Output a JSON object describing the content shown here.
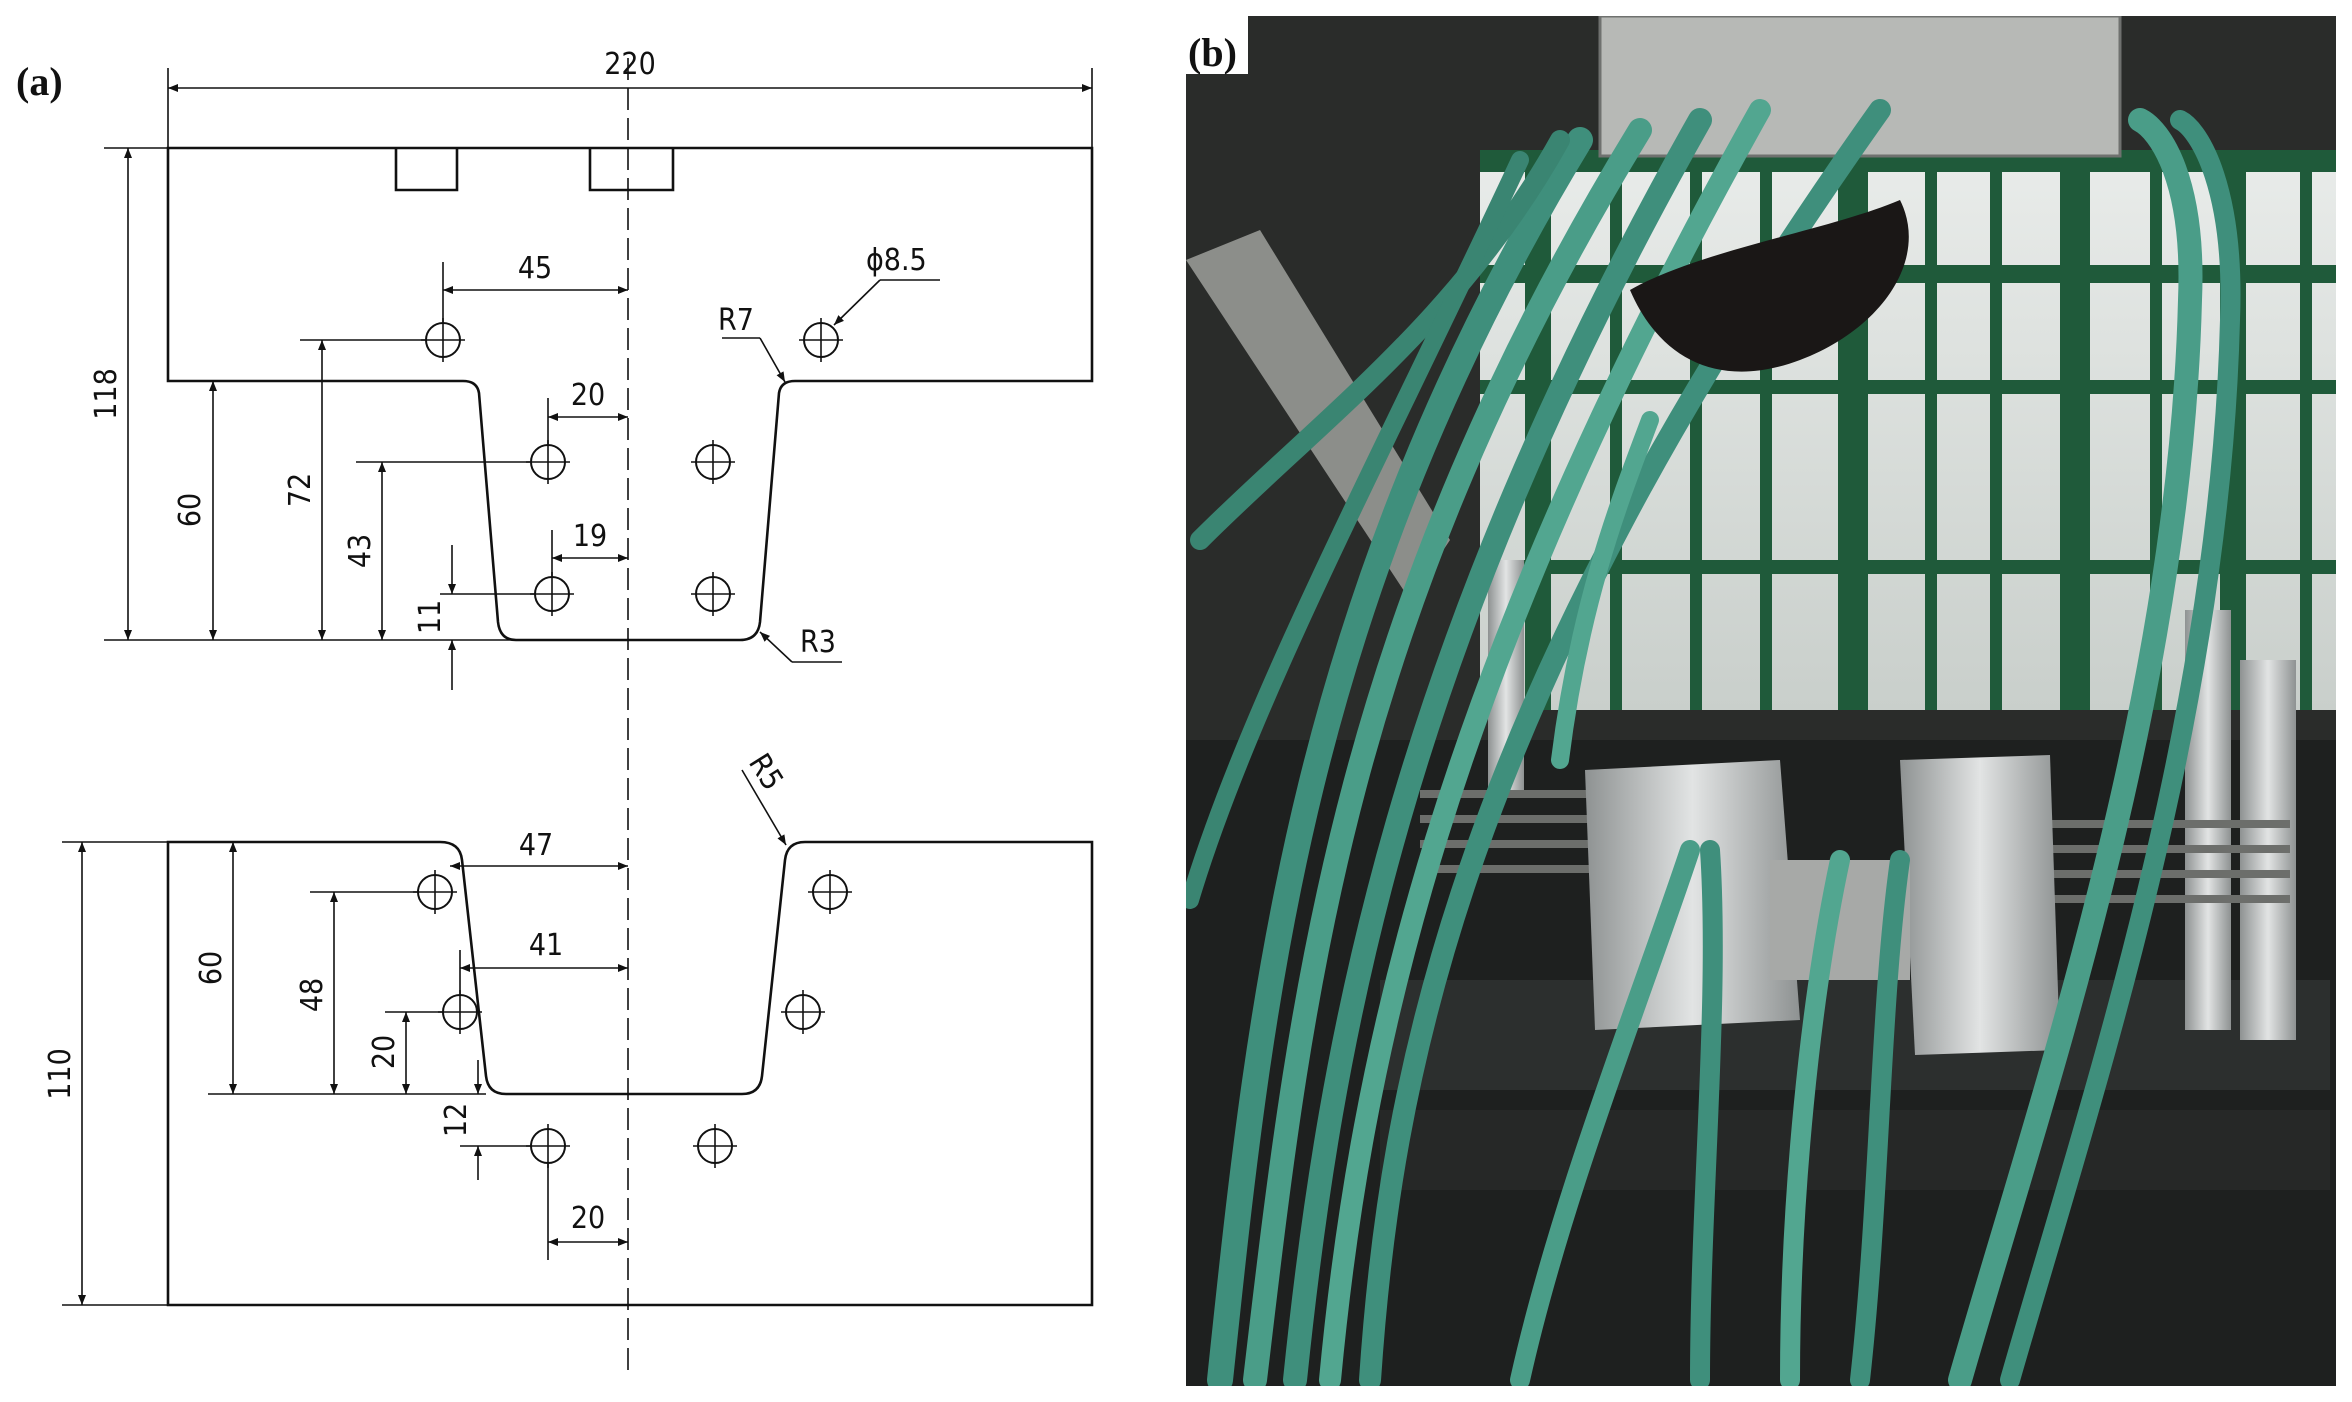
{
  "panels": {
    "a_label": "(a)",
    "b_label": "(b)"
  },
  "drawing": {
    "upper_die": {
      "width": "220",
      "height": "118",
      "groove_depth": "60",
      "hole_dims": [
        "45",
        "20",
        "19",
        "72",
        "43",
        "11"
      ],
      "hole_diameter": "ϕ8.5",
      "radius_top": "R7",
      "radius_bottom": "R3"
    },
    "lower_die": {
      "height": "110",
      "punch_depth": "60",
      "hole_dims": [
        "47",
        "41",
        "48",
        "20",
        "12",
        "20"
      ],
      "radius": "R5"
    }
  },
  "photo": {
    "subject": "experimental die setup with green cooling hoses",
    "colors": {
      "hose": "#3f8f7c",
      "window_frame": "#1f5a3a",
      "steel": "#b9bcbc",
      "background": "#2a2c2a"
    }
  }
}
